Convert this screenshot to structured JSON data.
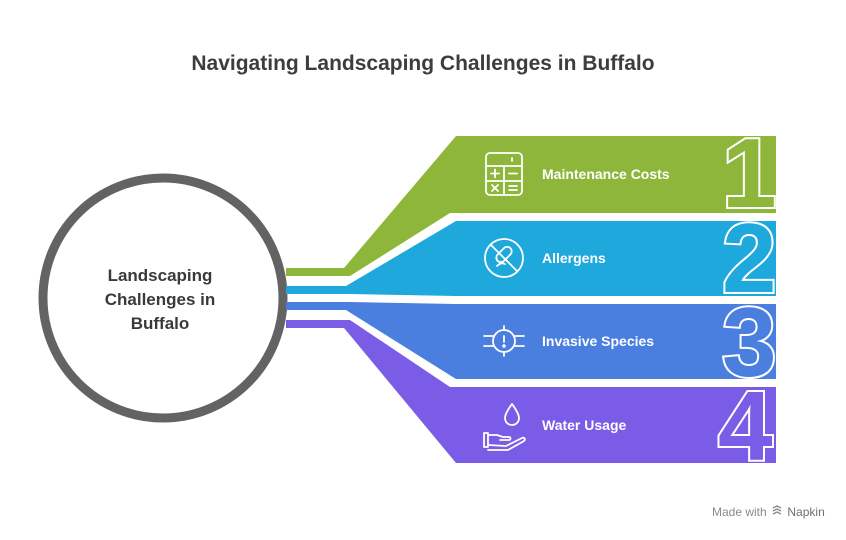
{
  "title": "Navigating Landscaping Challenges in Buffalo",
  "center": {
    "lines": [
      "Landscaping",
      "Challenges in",
      "Buffalo"
    ]
  },
  "items": [
    {
      "number": "1",
      "label": "Maintenance Costs",
      "icon": "calculator-icon",
      "color": "#8db63b"
    },
    {
      "number": "2",
      "label": "Allergens",
      "icon": "no-allergen-icon",
      "color": "#1fa8dc"
    },
    {
      "number": "3",
      "label": "Invasive Species",
      "icon": "virus-icon",
      "color": "#4a7fe0"
    },
    {
      "number": "4",
      "label": "Water Usage",
      "icon": "water-hand-icon",
      "color": "#7b5ce6"
    }
  ],
  "footer": {
    "prefix": "Made with",
    "brand": "Napkin",
    "icon": "napkin-logo-icon"
  },
  "colors": {
    "circle_border": "#636363",
    "title": "#3d3d3d"
  }
}
